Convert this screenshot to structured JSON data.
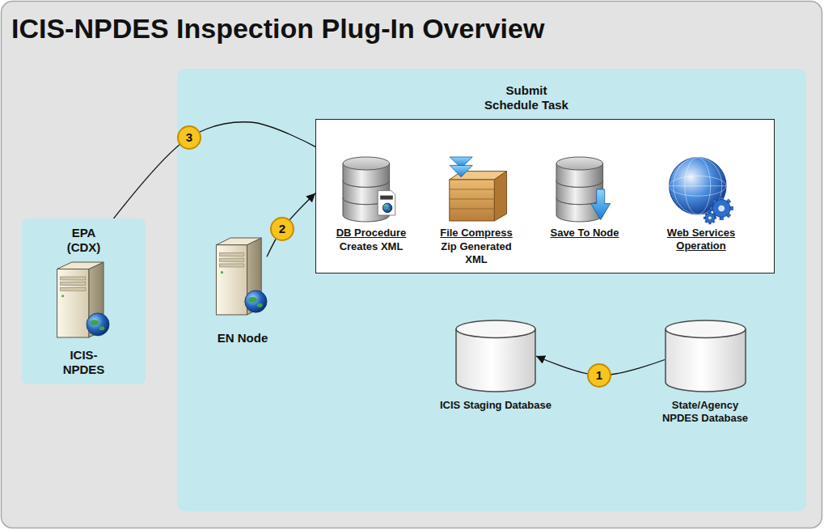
{
  "diagram": {
    "title": "ICIS-NPDES Inspection Plug-In Overview",
    "nodes": [
      {
        "text": [
          "EPA (CDX)",
          "ICIS-NPDES"
        ]
      },
      {
        "text": [
          "EN Node"
        ]
      },
      {
        "text": [
          "Submit Schedule Task"
        ]
      },
      {
        "text": [
          "DB Procedure",
          "Creates XML"
        ],
        "in": 2
      },
      {
        "text": [
          "File Compress",
          "Zip Generated XML"
        ],
        "in": 2
      },
      {
        "text": [
          "Save To Node"
        ],
        "in": 2
      },
      {
        "text": [
          "Web Services Operation"
        ],
        "in": 2
      },
      {
        "text": [
          "ICIS Staging Database"
        ]
      },
      {
        "text": [
          "State/Agency NPDES Database"
        ]
      }
    ],
    "edges": [
      {
        "from": 8,
        "to": 7,
        "arrow": "to",
        "label": "1"
      },
      {
        "from": 1,
        "to": 2,
        "arrow": "to",
        "label": "2"
      },
      {
        "from": 2,
        "to": 0,
        "arrow": "to",
        "label": "3"
      }
    ]
  }
}
